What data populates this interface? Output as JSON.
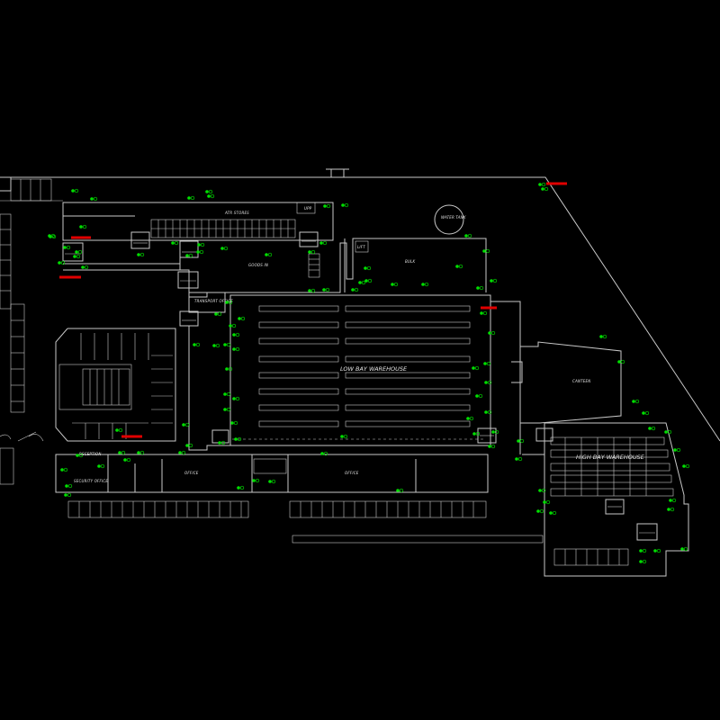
{
  "labels": {
    "atr_stores": "ATR STORES",
    "goods_in": "GOODS IN",
    "bulk": "BULK",
    "lift": "LIFT",
    "water_tank": "WATER TANK",
    "transport_office": "TRANSPORT OFFICE",
    "low_bay_warehouse": "LOW BAY WAREHOUSE",
    "canteen": "CANTEEN",
    "high_bay_warehouse": "HIGH BAY WAREHOUSE",
    "reception": "RECEPTION",
    "security_office": "SECURITY OFFICE",
    "office_1": "OFFICE",
    "office_2": "OFFICE",
    "upp": "UPP"
  },
  "colors": {
    "background": "#000000",
    "walls": "#c8c8c8",
    "sensor": "#00e000",
    "marker": "#e00000"
  },
  "legend": {
    "sensor_icon": "sensor-icon",
    "marker_icon": "red-marker-icon"
  }
}
